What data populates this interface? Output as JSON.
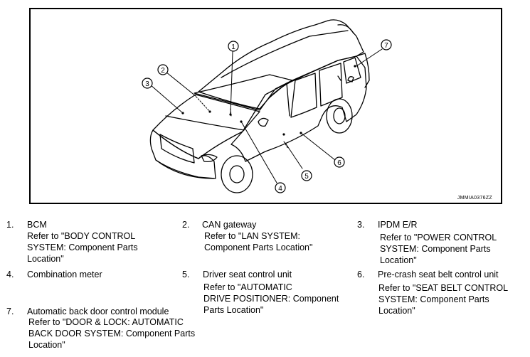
{
  "figure": {
    "id": "JMMIA0376ZZ",
    "callouts": [
      "1",
      "2",
      "3",
      "4",
      "5",
      "6",
      "7"
    ]
  },
  "items": [
    {
      "num": "1.",
      "title": "BCM",
      "ref": [
        "Refer to \"BODY CONTROL",
        "SYSTEM: Component Parts",
        "Location\""
      ]
    },
    {
      "num": "2.",
      "title": "CAN gateway",
      "ref": [
        "Refer to \"LAN SYSTEM:",
        "Component Parts Location\""
      ]
    },
    {
      "num": "3.",
      "title": "IPDM E/R",
      "ref": [
        "Refer to \"POWER CONTROL",
        "SYSTEM: Component Parts",
        "Location\""
      ]
    },
    {
      "num": "4.",
      "title": "Combination meter",
      "ref": []
    },
    {
      "num": "5.",
      "title": "Driver seat control unit",
      "ref": [
        "Refer to \"AUTOMATIC",
        "DRIVE POSITIONER: Component",
        "Parts Location\""
      ]
    },
    {
      "num": "6.",
      "title": "Pre-crash seat belt control unit",
      "ref": [
        "Refer to \"SEAT BELT CONTROL",
        "SYSTEM: Component Parts",
        "Location\""
      ]
    },
    {
      "num": "7.",
      "title": "Automatic back door control module",
      "ref": [
        "Refer to \"DOOR & LOCK: AUTOMATIC",
        "BACK DOOR SYSTEM: Component Parts",
        "Location\""
      ]
    }
  ]
}
